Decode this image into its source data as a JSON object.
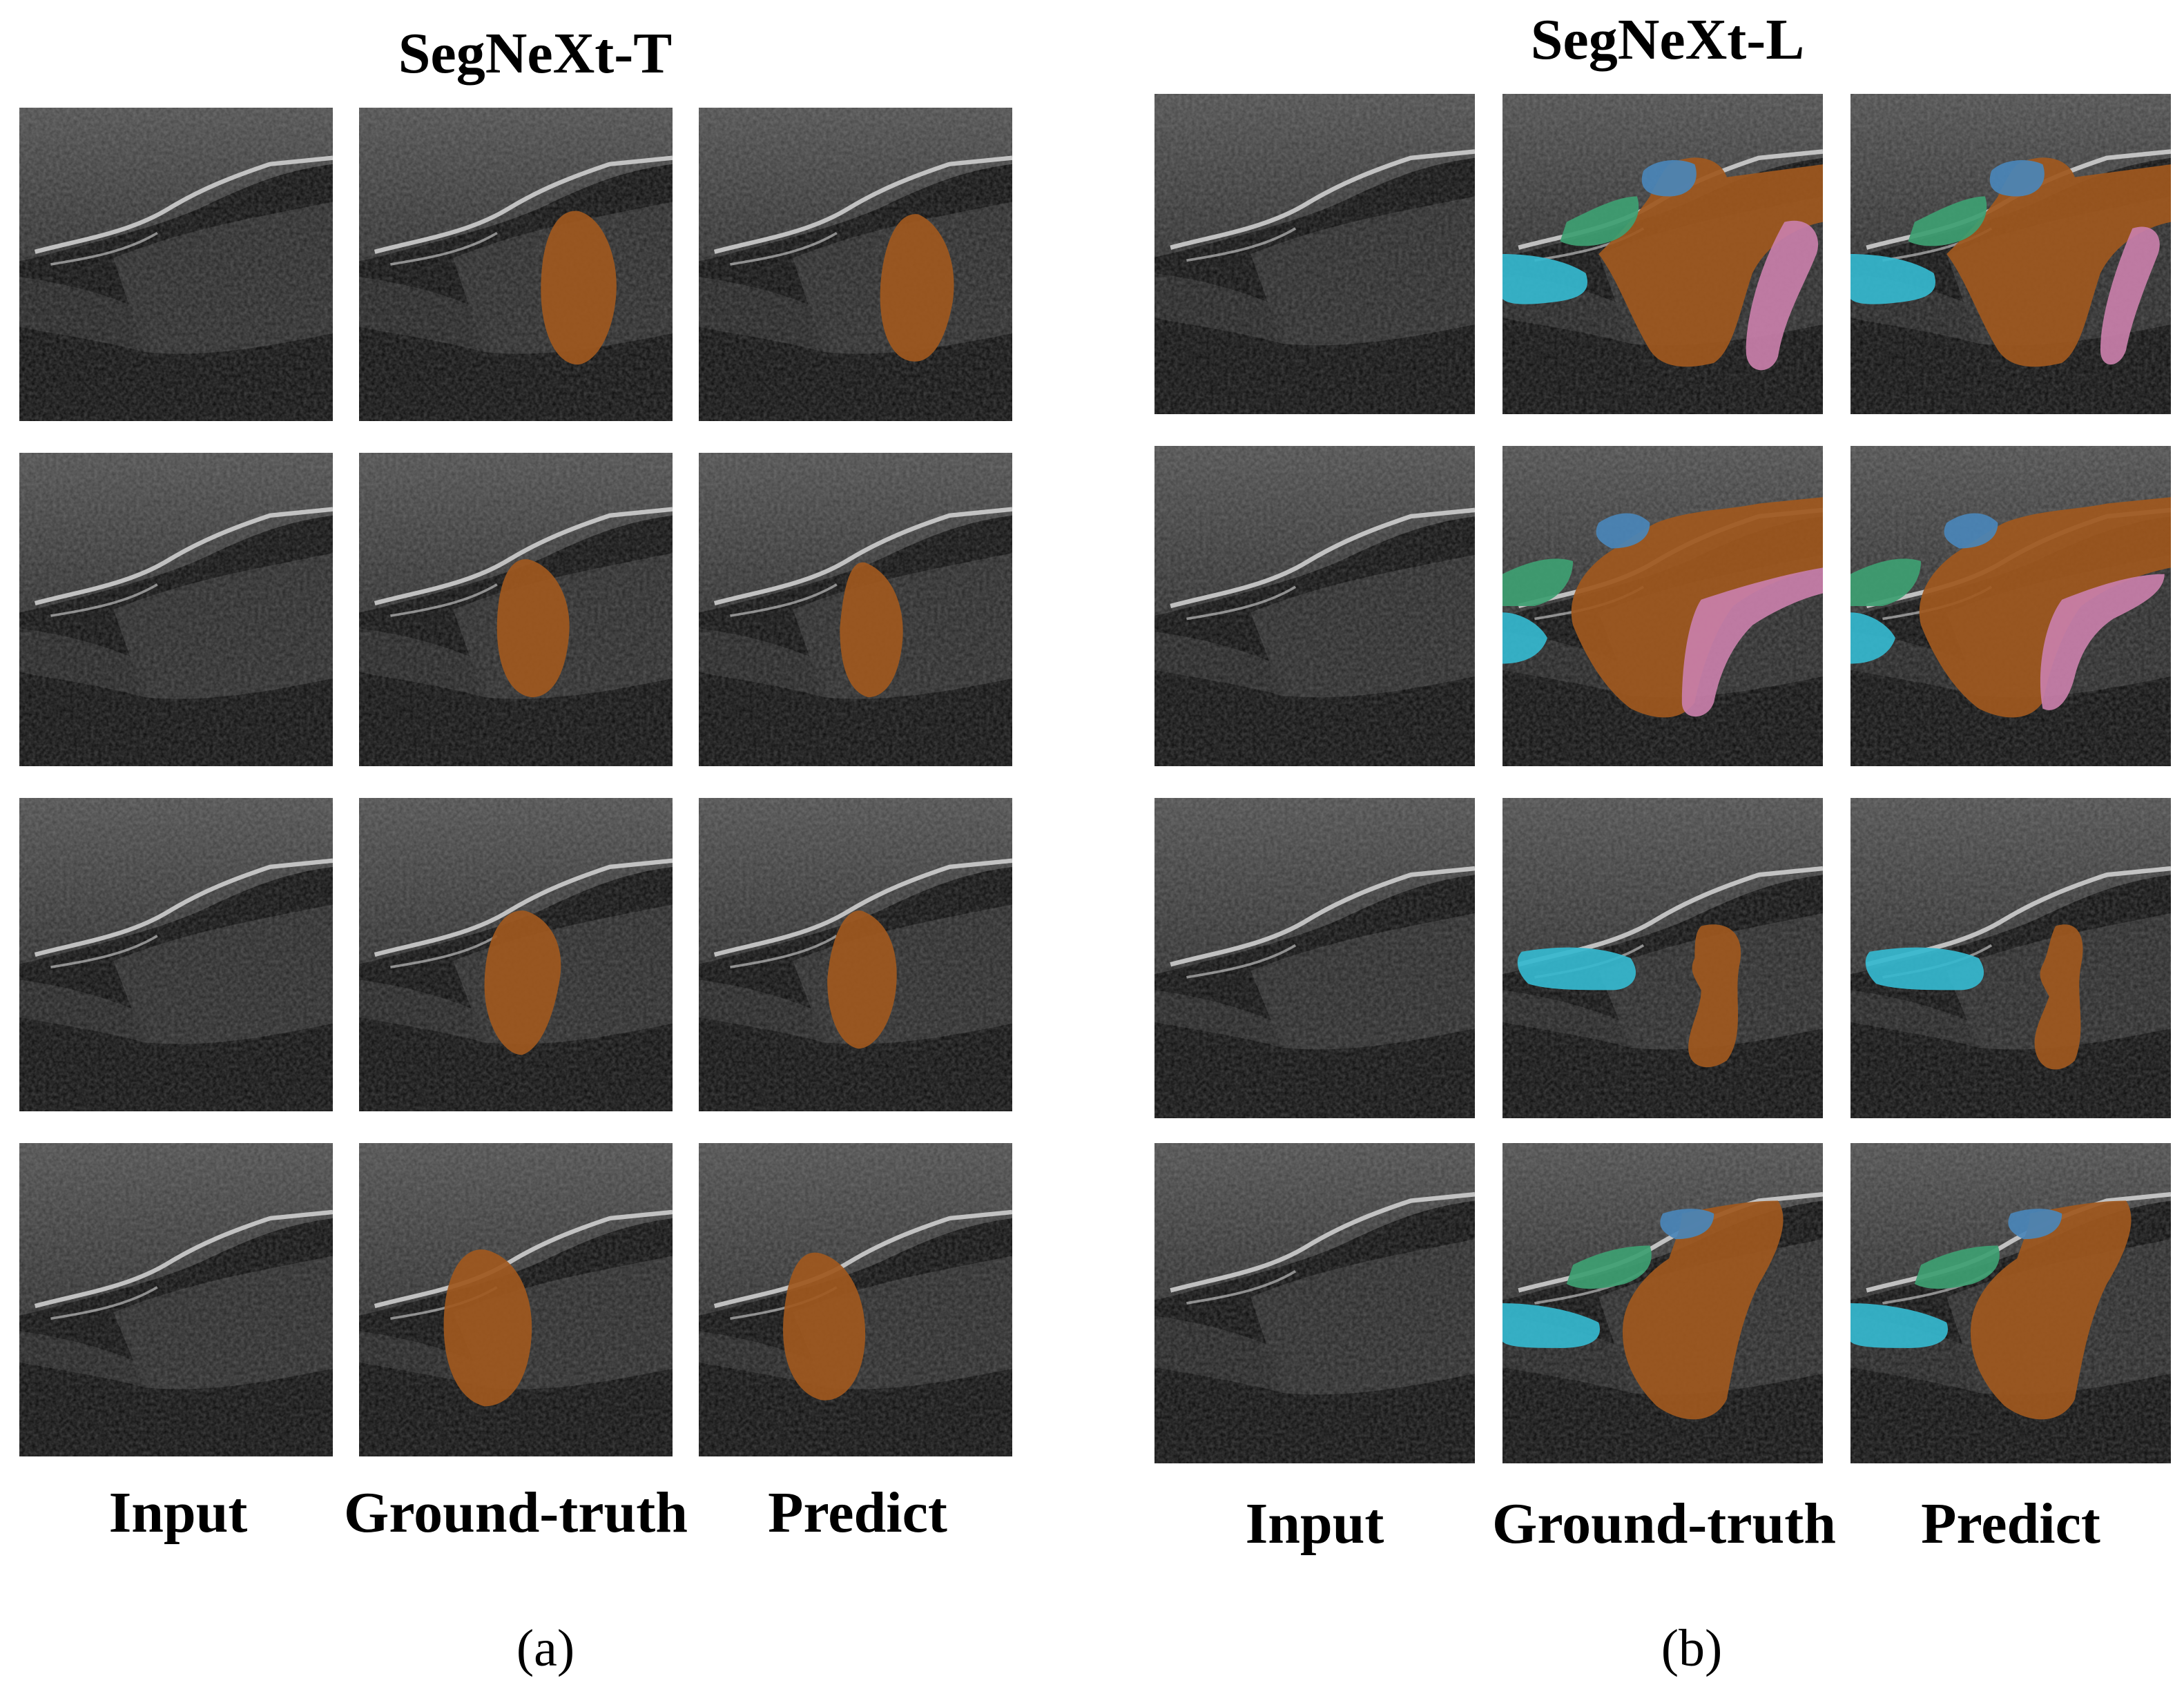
{
  "panels": [
    {
      "title": "SegNeXt-T",
      "columns": [
        "Input",
        "Ground-truth",
        "Predict"
      ],
      "caption": "(a)"
    },
    {
      "title": "SegNeXt-L",
      "columns": [
        "Input",
        "Ground-truth",
        "Predict"
      ],
      "caption": "(b)"
    }
  ],
  "colors": {
    "orange": "#a0581e",
    "blue": "#4a86b8",
    "green": "#3ea072",
    "cyan": "#35b8cf",
    "pink": "#c97faa"
  }
}
